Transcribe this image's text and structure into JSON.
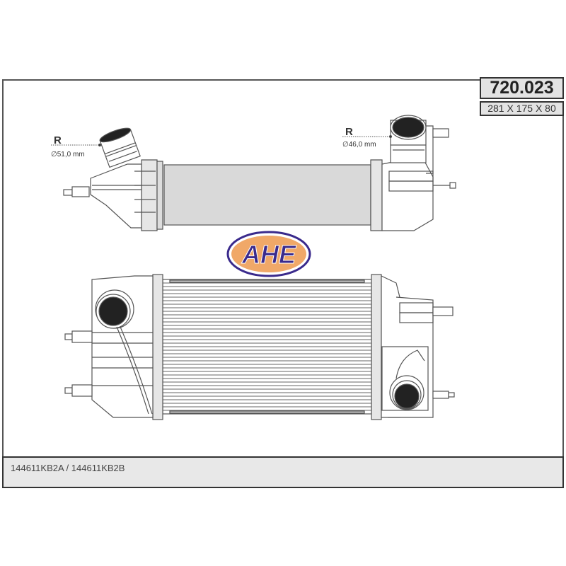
{
  "header": {
    "part_number": "720.023",
    "dimensions": "281 X 175 X 80"
  },
  "annotations": {
    "inlet_left": {
      "label": "R",
      "diameter": "∅51,0 mm"
    },
    "inlet_right": {
      "label": "R",
      "diameter": "∅46,0 mm"
    }
  },
  "logo": {
    "text": "AHE",
    "text_color": "#3a2a8c",
    "fill_color": "#f0a868",
    "ring_color": "#3a2a8c"
  },
  "footer": {
    "oem_references": "144611KB2A / 144611KB2B"
  },
  "colors": {
    "line": "#555555",
    "core_fill": "#d9d9d9",
    "tank_fill": "#ffffff",
    "port_fill": "#222222",
    "box_fill": "#e3e3e3"
  }
}
